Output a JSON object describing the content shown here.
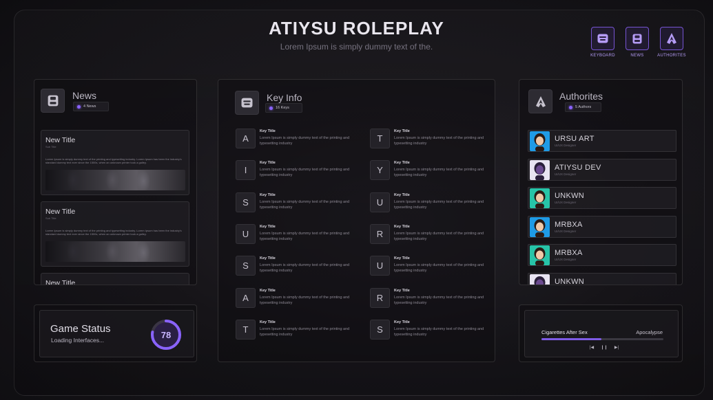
{
  "header": {
    "title": "ATIYSU ROLEPLAY",
    "subtitle": "Lorem Ipsum is simply dummy text of the."
  },
  "top_buttons": [
    {
      "label": "KEYBOARD",
      "icon": "keyboard-icon"
    },
    {
      "label": "NEWS",
      "icon": "news-icon"
    },
    {
      "label": "AUTHORITES",
      "icon": "authorities-icon"
    }
  ],
  "news": {
    "title": "News",
    "count_label": "4 News",
    "items": [
      {
        "title": "New Title",
        "subtitle": "Sub Title",
        "body": "Lorem Ipsum is simply dummy text of the printing and typesetting industry. Lorem Ipsum has been the industry's standard dummy text ever since the 1500s, when an unknown printer took a galley."
      },
      {
        "title": "New Title",
        "subtitle": "Sub Title",
        "body": "Lorem Ipsum is simply dummy text of the printing and typesetting industry. Lorem Ipsum has been the industry's standard dummy text ever since the 1500s, when an unknown printer took a galley."
      },
      {
        "title": "New Title",
        "subtitle": "",
        "body": ""
      }
    ]
  },
  "game_status": {
    "title": "Game Status",
    "status_text": "Loading Interfaces...",
    "progress": 78,
    "progress_label": "78"
  },
  "key_info": {
    "title": "Key Info",
    "count_label": "16 Keys",
    "left": [
      {
        "key": "A",
        "title": "Key Title",
        "desc": "Lorem Ipsum is simply dummy text of the printing and typesetting industry"
      },
      {
        "key": "I",
        "title": "Key Title",
        "desc": "Lorem Ipsum is simply dummy text of the printing and typesetting industry"
      },
      {
        "key": "S",
        "title": "Key Title",
        "desc": "Lorem Ipsum is simply dummy text of the printing and typesetting industry"
      },
      {
        "key": "U",
        "title": "Key Title",
        "desc": "Lorem Ipsum is simply dummy text of the printing and typesetting industry"
      },
      {
        "key": "S",
        "title": "Key Title",
        "desc": "Lorem Ipsum is simply dummy text of the printing and typesetting industry"
      },
      {
        "key": "A",
        "title": "Key Title",
        "desc": "Lorem Ipsum is simply dummy text of the printing and typesetting industry"
      },
      {
        "key": "T",
        "title": "Key Title",
        "desc": "Lorem Ipsum is simply dummy text of the printing and typesetting industry"
      }
    ],
    "right": [
      {
        "key": "T",
        "title": "Key Title",
        "desc": "Lorem Ipsum is simply dummy text of the printing and typesetting industry"
      },
      {
        "key": "Y",
        "title": "Key Title",
        "desc": "Lorem Ipsum is simply dummy text of the printing and typesetting industry"
      },
      {
        "key": "U",
        "title": "Key Title",
        "desc": "Lorem Ipsum is simply dummy text of the printing and typesetting industry"
      },
      {
        "key": "R",
        "title": "Key Title",
        "desc": "Lorem Ipsum is simply dummy text of the printing and typesetting industry"
      },
      {
        "key": "U",
        "title": "Key Title",
        "desc": "Lorem Ipsum is simply dummy text of the printing and typesetting industry"
      },
      {
        "key": "R",
        "title": "Key Title",
        "desc": "Lorem Ipsum is simply dummy text of the printing and typesetting industry"
      },
      {
        "key": "S",
        "title": "Key Title",
        "desc": "Lorem Ipsum is simply dummy text of the printing and typesetting industry"
      }
    ]
  },
  "authors": {
    "title": "Authorites",
    "count_label": "5 Authors",
    "items": [
      {
        "name": "URSU ART",
        "role": "UI/UX Designer",
        "avatar_bg": "#1f9be6",
        "avatar_skin": "#f0c8a8",
        "avatar_hair": "#2a1a14"
      },
      {
        "name": "ATIYSU DEV",
        "role": "UI/UX Designer",
        "avatar_bg": "#e9e4f2",
        "avatar_skin": "#6b4a8f",
        "avatar_hair": "#2a1f3a"
      },
      {
        "name": "UNKWN",
        "role": "UI/UX Designer",
        "avatar_bg": "#27c4a8",
        "avatar_skin": "#f0c8a8",
        "avatar_hair": "#2a1a14"
      },
      {
        "name": "MRBXA",
        "role": "UI/UX Designer",
        "avatar_bg": "#1f9be6",
        "avatar_skin": "#f0c8a8",
        "avatar_hair": "#2a1a14"
      },
      {
        "name": "MRBXA",
        "role": "UI/UX Designer",
        "avatar_bg": "#27c4a8",
        "avatar_skin": "#f0c8a8",
        "avatar_hair": "#2a1a14"
      },
      {
        "name": "UNKWN",
        "role": "",
        "avatar_bg": "#e9e4f2",
        "avatar_skin": "#6b4a8f",
        "avatar_hair": "#2a1f3a"
      }
    ]
  },
  "music": {
    "song": "Cigarettes After Sex",
    "artist": "Apocalypse",
    "progress": 0.49,
    "controls": [
      "|◀",
      "❙❙",
      "▶|"
    ]
  },
  "colors": {
    "accent": "#8a63ff",
    "accent_border": "#7754d4"
  }
}
